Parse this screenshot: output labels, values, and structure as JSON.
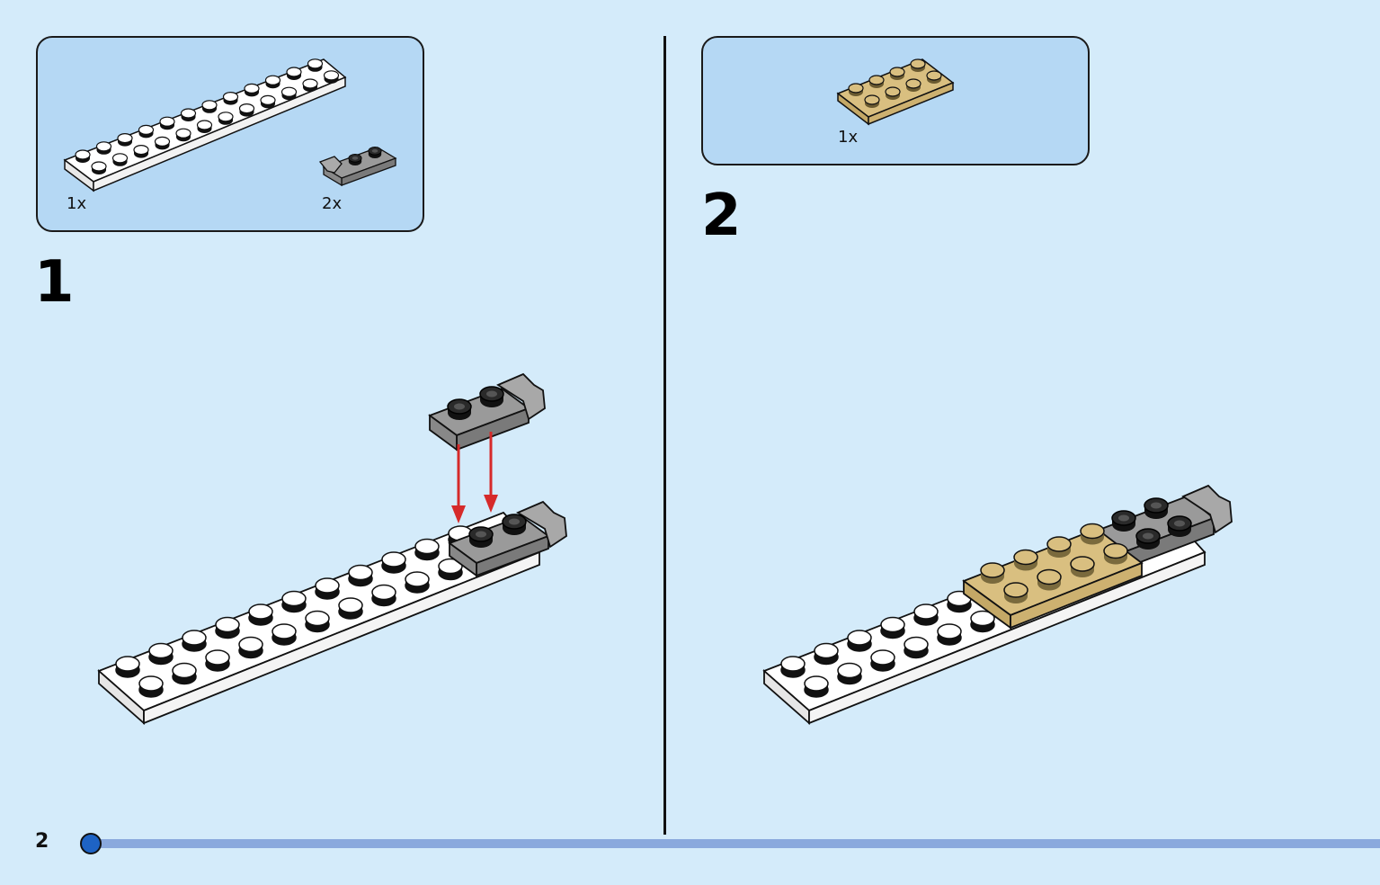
{
  "page": {
    "page_number": "2",
    "progress": 0.0
  },
  "steps": [
    {
      "number": "1",
      "parts": [
        {
          "qty": "1x",
          "part": "white-plate-2x12"
        },
        {
          "qty": "2x",
          "part": "grey-plate-1x2-with-clip"
        }
      ]
    },
    {
      "number": "2",
      "parts": [
        {
          "qty": "1x",
          "part": "tan-plate-2x4"
        }
      ]
    }
  ],
  "colors": {
    "background": "#d4ebfa",
    "parts_box": "#b5d8f4",
    "white_brick": "#ffffff",
    "grey_brick": "#8e8e8e",
    "tan_brick": "#d9bf80",
    "arrow": "#d62a2a",
    "progress_track": "#8aa9dd",
    "progress_dot": "#1e63c4"
  }
}
